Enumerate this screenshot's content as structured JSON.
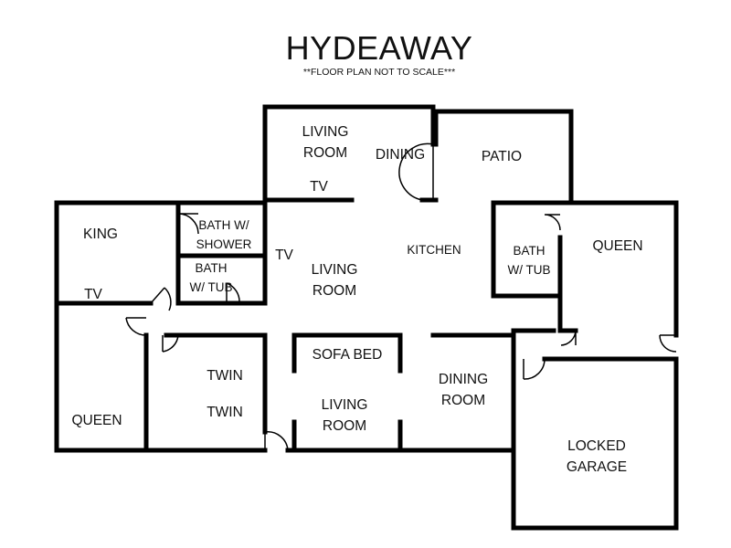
{
  "title": "HYDEAWAY",
  "subtitle": "**FLOOR PLAN NOT TO SCALE***",
  "rooms": {
    "living_top": [
      "LIVING",
      "ROOM"
    ],
    "dining_top": "DINING",
    "patio": "PATIO",
    "tv_top": "TV",
    "king": "KING",
    "tv_left": "TV",
    "bath_shower": [
      "BATH W/",
      "SHOWER"
    ],
    "bath_tub_left": [
      "BATH",
      "W/ TUB"
    ],
    "tv_mid": "TV",
    "living_center": [
      "LIVING",
      "ROOM"
    ],
    "kitchen": "KITCHEN",
    "bath_tub_right": [
      "BATH",
      "W/ TUB"
    ],
    "queen_right": "QUEEN",
    "sofa_bed": "SOFA BED",
    "twin_1": "TWIN",
    "twin_2": "TWIN",
    "living_bottom": [
      "LIVING",
      "ROOM"
    ],
    "dining_room": [
      "DINING",
      "ROOM"
    ],
    "queen_left": "QUEEN",
    "locked_garage": [
      "LOCKED",
      "GARAGE"
    ]
  }
}
